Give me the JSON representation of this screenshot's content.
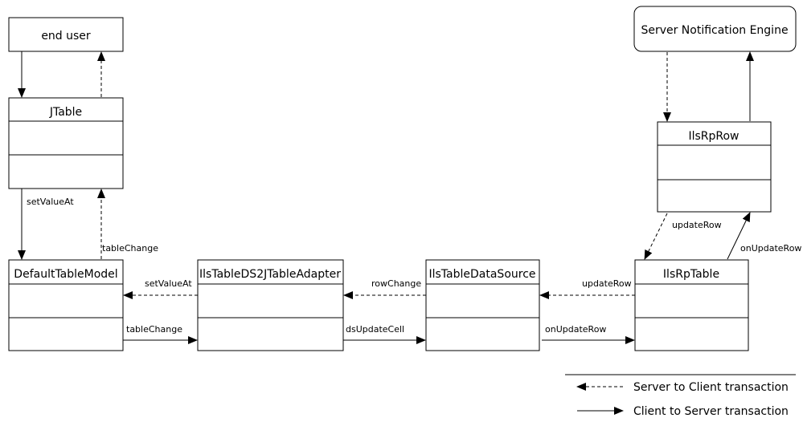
{
  "nodes": {
    "end_user": "end user",
    "server_engine": "Server Notification Engine",
    "jtable": "JTable",
    "ilsrprow": "IlsRpRow",
    "default_table_model": "DefaultTableModel",
    "adapter": "IlsTableDS2JTableAdapter",
    "data_source": "IlsTableDataSource",
    "ilsrptable": "IlsRpTable"
  },
  "edges": {
    "setValueAt_down": "setValueAt",
    "tableChange_up": "tableChange",
    "setValueAt_left": "setValueAt",
    "tableChange_right": "tableChange",
    "rowChange": "rowChange",
    "dsUpdateCell": "dsUpdateCell",
    "updateRow_left": "updateRow",
    "onUpdateRow_right": "onUpdateRow",
    "updateRow_diag": "updateRow",
    "onUpdateRow_diag": "onUpdateRow"
  },
  "legend": {
    "dashed": "Server to Client transaction",
    "solid": "Client to Server transaction"
  }
}
